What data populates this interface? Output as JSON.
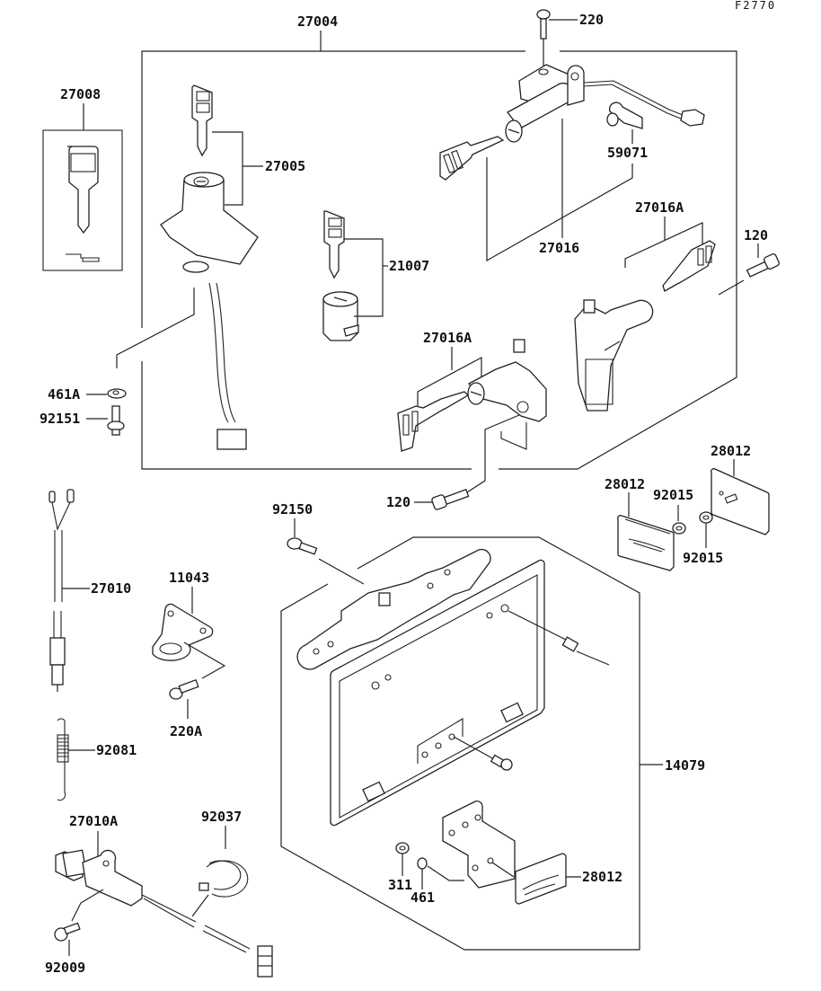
{
  "figure_code": "F2770",
  "labels": {
    "p27004": "27004",
    "p27008": "27008",
    "p27005": "27005",
    "p220": "220",
    "p59071": "59071",
    "p27016": "27016",
    "p27016A_top": "27016A",
    "p120_right": "120",
    "p21007": "21007",
    "p27016A_mid": "27016A",
    "p461A": "461A",
    "p92151": "92151",
    "p120_mid": "120",
    "p28012_right": "28012",
    "p28012_left": "28012",
    "p92015_top": "92015",
    "p92015_bot": "92015",
    "p92150": "92150",
    "p27010": "27010",
    "p11043": "11043",
    "p220A": "220A",
    "p92081": "92081",
    "p14079": "14079",
    "p27010A": "27010A",
    "p92037": "92037",
    "p311": "311",
    "p461": "461",
    "p28012_bottom": "28012",
    "p92009": "92009"
  }
}
